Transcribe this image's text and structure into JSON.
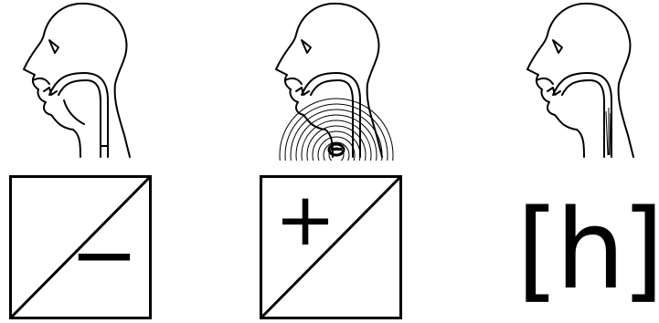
{
  "panels": [
    {
      "id": "voiceless",
      "sign": "−"
    },
    {
      "id": "voiced",
      "sign": "+"
    },
    {
      "id": "glottal",
      "label": "[h]"
    }
  ],
  "colors": {
    "stroke": "#000000",
    "background": "#ffffff"
  },
  "icons": [
    "head-profile-open-glottis",
    "head-profile-vibrating-glottis",
    "head-profile-narrow-glottis"
  ]
}
